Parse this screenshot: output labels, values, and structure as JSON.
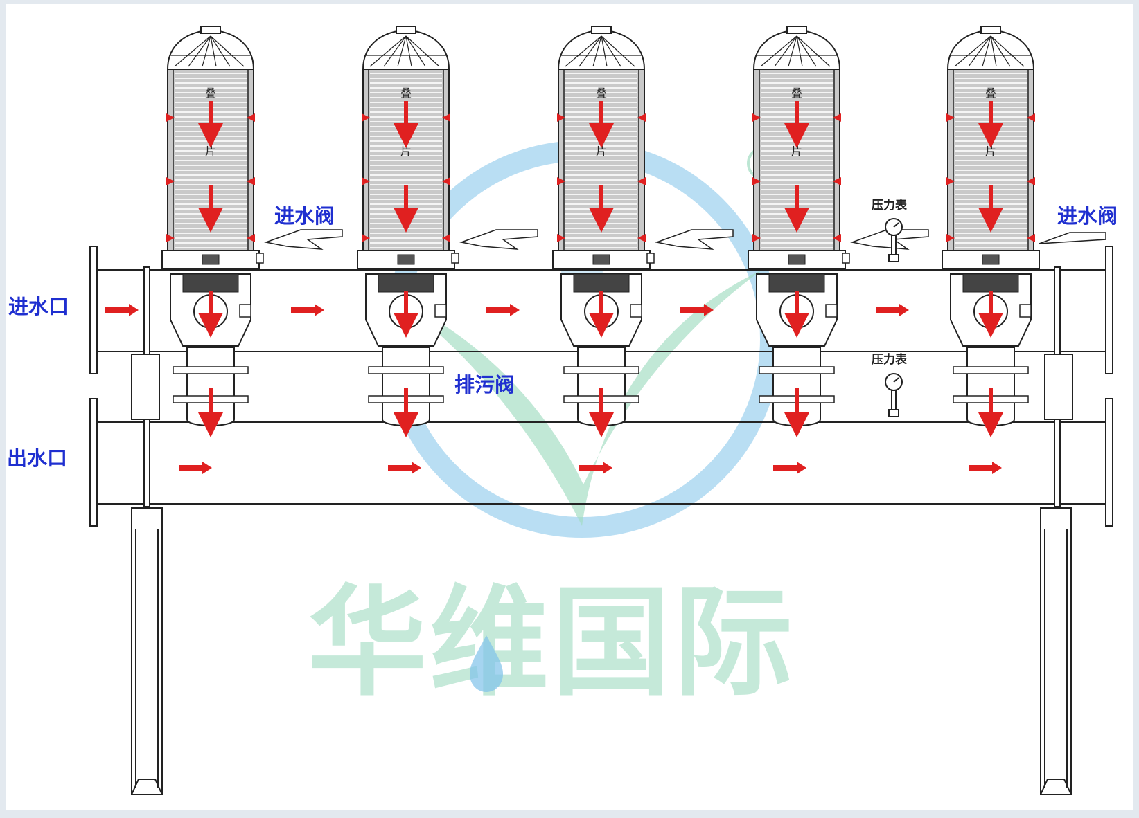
{
  "colors": {
    "background": "#e3e9ef",
    "paper": "#ffffff",
    "line": "#222222",
    "disc": "#c9c9c9",
    "flow_arrow": "#e02020",
    "label_blue": "#1f2fd0",
    "watermark_blue": "#7fc2ea",
    "watermark_green": "#9fdcc0"
  },
  "labels": {
    "inlet_port": "进水口",
    "outlet_port": "出水口",
    "inlet_valve_left": "进水阀",
    "inlet_valve_right": "进水阀",
    "drain_valve": "排污阀",
    "pressure_gauge_top": "压力表",
    "pressure_gauge_bottom": "压力表"
  },
  "filter_units": [
    {
      "char_top": "叠",
      "char_bottom": "片"
    },
    {
      "char_top": "叠",
      "char_bottom": "片"
    },
    {
      "char_top": "叠",
      "char_bottom": "片"
    },
    {
      "char_top": "叠",
      "char_bottom": "片"
    },
    {
      "char_top": "叠",
      "char_bottom": "片"
    }
  ],
  "watermark": {
    "text": "华维国际",
    "icons": [
      "drop-icon",
      "check-leaf-icon",
      "registered-icon"
    ]
  }
}
